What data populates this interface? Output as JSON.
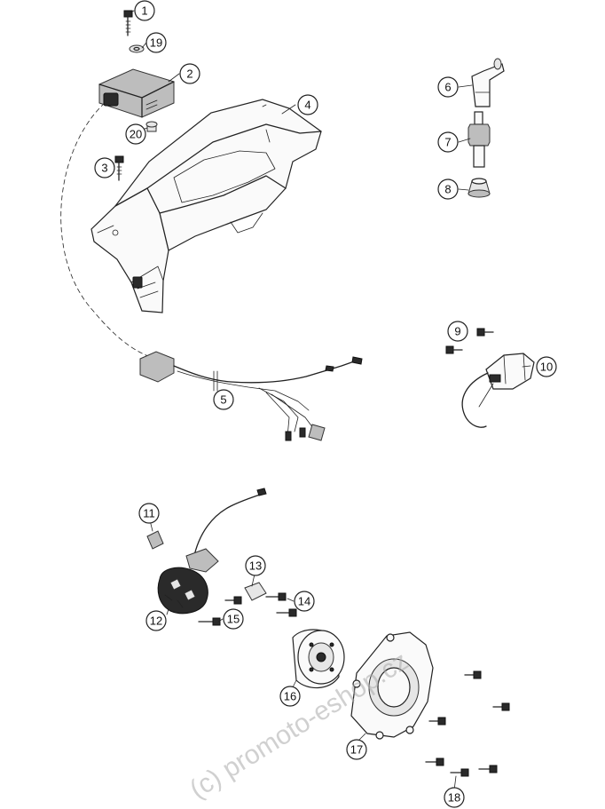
{
  "diagram": {
    "callouts": [
      "1",
      "2",
      "3",
      "4",
      "5",
      "6",
      "7",
      "8",
      "9",
      "10",
      "11",
      "12",
      "13",
      "14",
      "15",
      "16",
      "17",
      "18",
      "19",
      "20"
    ]
  },
  "watermark": {
    "text": "(c) promoto-eshop.cz"
  },
  "colors": {
    "line": "#222222",
    "watermark": "#aaaaaa",
    "background": "#ffffff"
  }
}
